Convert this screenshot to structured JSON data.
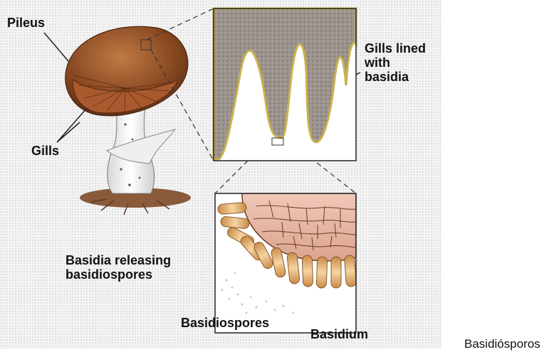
{
  "labels": {
    "pileus": "Pileus",
    "gills": "Gills",
    "gills_lined": "Gills lined\nwith\nbasidia",
    "basidia_releasing": "Basidia releasing\nbasidiospores",
    "basidiospores": "Basidiospores",
    "basidium": "Basidium"
  },
  "caption": "Basidiósporos",
  "colors": {
    "cap": "#8a4a22",
    "gill_tissue": "#9a8f88",
    "gill_edge": "#c9b24a",
    "basidium": "#e9b978",
    "cell_wall": "#6b3a22"
  }
}
